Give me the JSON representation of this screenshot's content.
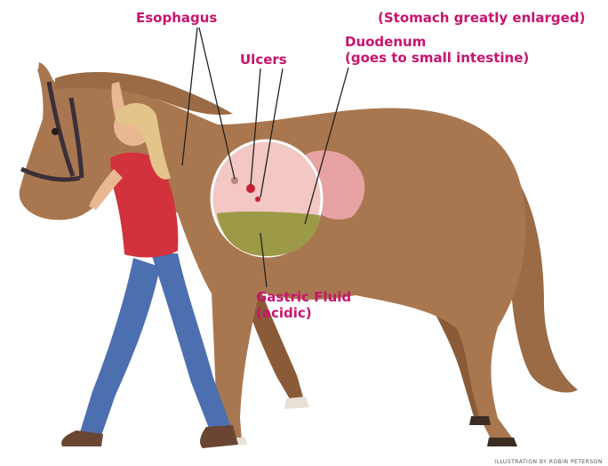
{
  "labels": {
    "esophagus": "Esophagus",
    "stomach_note": "(Stomach greatly enlarged)",
    "ulcers": "Ulcers",
    "duodenum": [
      "Duodenum",
      "(goes to small intestine)"
    ],
    "gastric_fluid": [
      "Gastric Fluid",
      "(acidic)"
    ]
  },
  "credit": "ILLUSTRATION BY ROBIN PETERSON",
  "colors": {
    "label_text": "#c8146e",
    "horse_coat": "#a9774f",
    "horse_shade": "#8a5b38",
    "mane": "#9a6b45",
    "shirt": "#d1323c",
    "jeans": "#4c6fb0",
    "hair": "#e3c58b",
    "skin": "#e9b892",
    "stomach_wall": "#f2c7c4",
    "intestine": "#e7a2a3",
    "gastric_fluid": "#9d9a47",
    "ulcer": "#c61f33",
    "leader_line": "#222222"
  }
}
